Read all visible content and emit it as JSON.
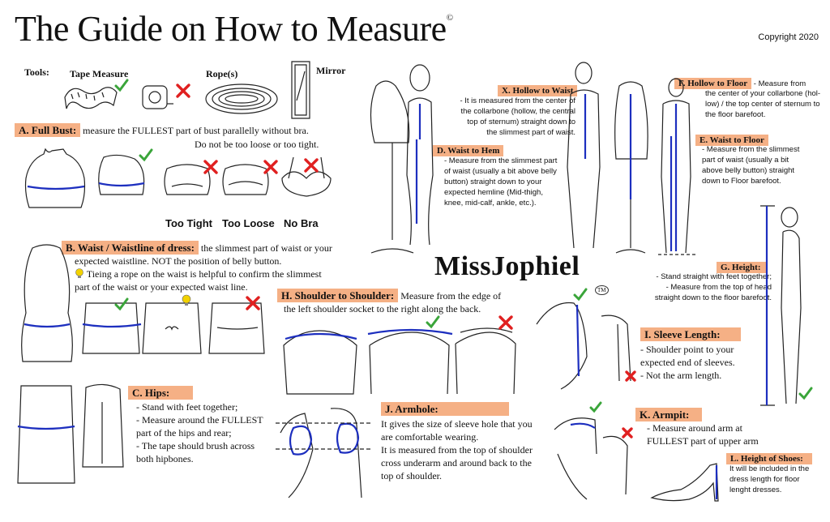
{
  "header": {
    "title": "The Guide on How to Measure",
    "title_mark": "©",
    "copyright": "Copyright 2020"
  },
  "tools": {
    "label": "Tools:",
    "tape": "Tape Measure",
    "rope": "Rope(s)",
    "mirror": "Mirror"
  },
  "brand": {
    "name": "MissJophiel",
    "tm": "TM"
  },
  "sections": {
    "bust": {
      "title": "A. Full Bust:",
      "line1": " measure the FULLEST part of bust parallelly without bra.",
      "line2": "Do not be too loose or too tight.",
      "labels": [
        "Too Tight",
        "Too Loose",
        "No Bra"
      ]
    },
    "waist": {
      "title": "B. Waist / Waistline of dress:",
      "line1": " the slimmest part of waist or your",
      "line2": "expected waistline. NOT the position of belly button.",
      "line3": "Tieing a rope on the waist is helpful to confirm the slimmest",
      "line4": "part of the waist or your expected waist line."
    },
    "hips": {
      "title": "C. Hips:",
      "lines": [
        "- Stand with feet together;",
        "- Measure around the FULLEST",
        "part of the hips and rear;",
        "- The tape should brush across",
        "both hipbones."
      ]
    },
    "hollow_waist": {
      "title": "X. Hollow to Waist",
      "lines": [
        "- It is measured from the center of",
        "the collarbone (hollow, the central",
        "top of sternum) straight down to",
        "the slimmest part of waist."
      ]
    },
    "waist_hem": {
      "title": "D. Waist to Hem",
      "lines": [
        "- Measure from the slimmest part",
        "of waist (usually a  bit  above belly",
        "button) straight down to your",
        "expected hemline (Mid-thigh,",
        "knee, mid-calf, ankle, etc.)."
      ]
    },
    "hollow_floor": {
      "title": "F. Hollow to Floor",
      "line1": " - Measure from",
      "lines": [
        "the center of your collarbone (hol-",
        "low) / the top center of sternum to",
        "the floor barefoot."
      ]
    },
    "waist_floor": {
      "title": "E. Waist to Floor",
      "lines": [
        "- Measure from the slimmest",
        "part of waist (usually a  bit",
        "above belly button) straight",
        "down to Floor barefoot."
      ]
    },
    "height": {
      "title": "G. Height:",
      "lines": [
        "- Stand straight with feet together;",
        "- Measure from the top of head",
        "straight down to the  floor barefoot."
      ]
    },
    "shoulder": {
      "title": "H. Shoulder to Shoulder:",
      "line1": " Measure from the edge of",
      "line2": "the left shoulder socket to the right along the back."
    },
    "sleeve": {
      "title": "I. Sleeve Length:",
      "lines": [
        "- Shoulder point to your",
        "expected end of sleeves.",
        "- Not the arm length."
      ]
    },
    "armhole": {
      "title": "J. Armhole:",
      "lines": [
        " It gives the size of sleeve hole that you",
        "are comfortable wearing.",
        "It is measured from the top of shoulder",
        "cross  underarm and around back to the",
        "top of shoulder."
      ]
    },
    "armpit": {
      "title": "K. Armpit:",
      "lines": [
        "- Measure around arm at",
        "FULLEST part of upper arm"
      ]
    },
    "shoes": {
      "title": "L. Height of Shoes:",
      "lines": [
        "It will be included in the",
        "dress length for floor",
        "lenght dresses."
      ]
    }
  },
  "colors": {
    "tape_line": "#1d2fbf",
    "header_bg": "#f5b085",
    "check": "#3aa53a",
    "cross": "#e02020"
  },
  "icons": [
    "tape-measure-icon",
    "rope-icon",
    "mirror-icon",
    "check-icon",
    "cross-icon",
    "lightbulb-icon"
  ]
}
